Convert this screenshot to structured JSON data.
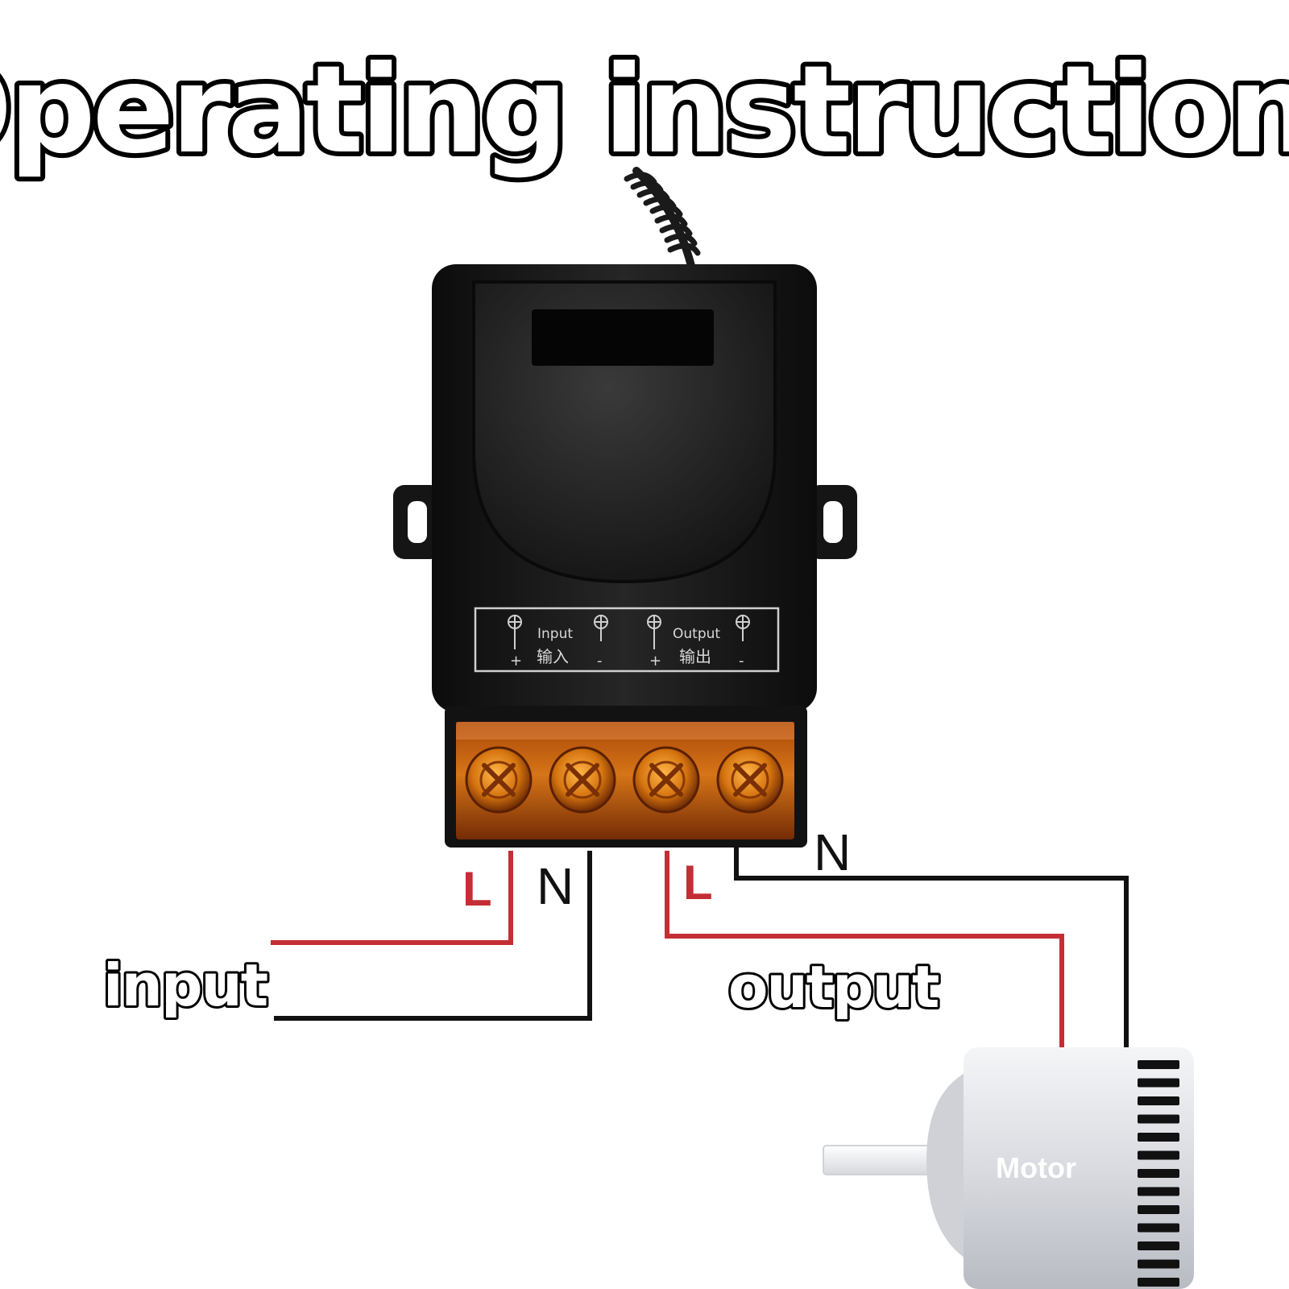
{
  "title": "Operating instructions",
  "device": {
    "panel": {
      "input_label": "Input",
      "input_label_cn": "输入",
      "output_label": "Output",
      "output_label_cn": "输出",
      "plus_sign": "+",
      "minus_sign": "-"
    },
    "terminal_count": 4
  },
  "wires": {
    "input_live_label": "L",
    "input_neutral_label": "N",
    "output_live_label": "L",
    "output_neutral_label": "N",
    "live_color": "#c42e35",
    "neutral_color": "#111111"
  },
  "input_label": "input",
  "output_label": "output",
  "motor": {
    "label": "Motor"
  },
  "colors": {
    "housing": "#1a1a1a",
    "terminal_cover": "#c8620a",
    "motor_body": "#e6e7ea"
  }
}
